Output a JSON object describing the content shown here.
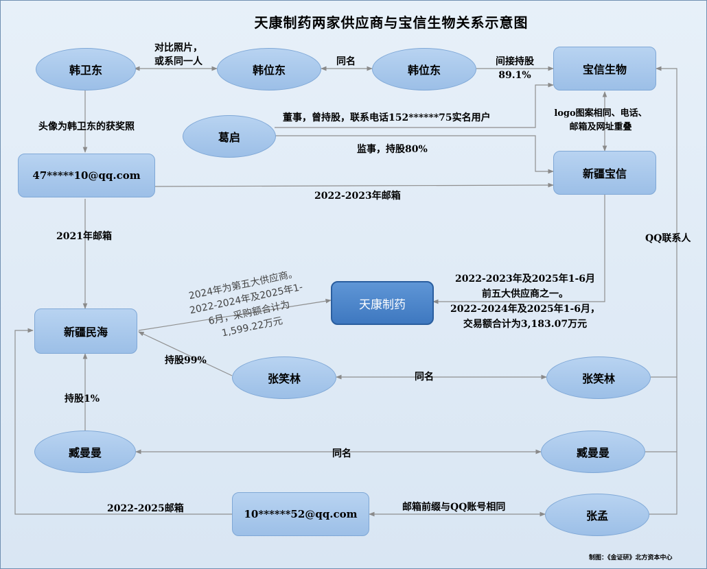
{
  "title": "天康制药两家供应商与宝信生物关系示意图",
  "nodes": {
    "han_weidong": "韩卫东",
    "han_weidong_2": "韩位东",
    "han_weidong_3": "韩位东",
    "baoxin": "宝信生物",
    "ge_qi": "葛启",
    "email_1": "47*****10@qq.com",
    "xinjiang_baoxin": "新疆宝信",
    "tiankang": "天康制药",
    "xinjiang_minhai": "新疆民海",
    "zhang_xiaolin_1": "张笑林",
    "zhang_xiaolin_2": "张笑林",
    "zang_manman_1": "臧曼曼",
    "zang_manman_2": "臧曼曼",
    "email_2": "10******52@qq.com",
    "zhang_meng": "张孟"
  },
  "labels": {
    "photo_compare_1": "对比照片，",
    "photo_compare_2": "或系同一人",
    "same_name_1": "同名",
    "indirect_hold_1": "间接持股",
    "indirect_hold_2": "89.1%",
    "avatar": "头像为韩卫东的获奖照",
    "director": "董事，曾持股，联系电话152******75实名用户",
    "logo_1": "logo图案相同、电话、",
    "logo_2": "邮箱及网址重叠",
    "supervisor": "监事，持股80%",
    "email_2022": "2022-2023年邮箱",
    "email_2021": "2021年邮箱",
    "qq_contact": "QQ联系人",
    "supplier_1": "2022-2023年及2025年1-6月",
    "supplier_2": "前五大供应商之一。",
    "supplier_3": "2022-2024年及2025年1-6月，",
    "supplier_4": "交易额合计为3,183.07万元",
    "minhai_1": "2024年为第五大供应商。",
    "minhai_2": "2022-2024年及2025年1-",
    "minhai_3": "6月，采购额合计为",
    "minhai_4": "1,599.22万元",
    "hold_99": "持股99%",
    "same_name_2": "同名",
    "hold_1": "持股1%",
    "same_name_3": "同名",
    "email_2025": "2022-2025邮箱",
    "qq_prefix": "邮箱前缀与QQ账号相同",
    "credit": "制图：《金证研》北方资本中心"
  }
}
